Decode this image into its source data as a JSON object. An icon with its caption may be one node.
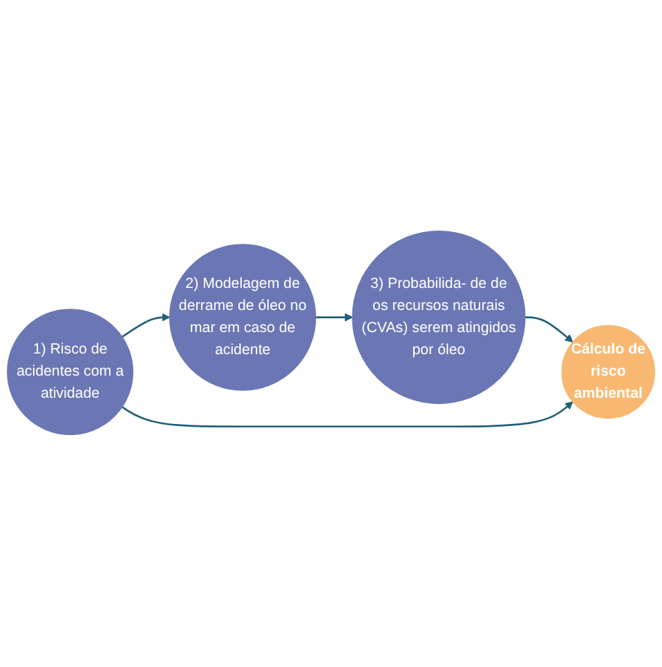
{
  "diagram": {
    "nodes": [
      {
        "text": [
          "1) Risco de acidentes com a atividade"
        ]
      },
      {
        "text": [
          "2) Modelagem de derrame de óleo no mar em caso de acidente"
        ]
      },
      {
        "text": [
          "3) Probabilida- de de os recursos naturais (CVAs) serem atingidos por óleo"
        ]
      },
      {
        "text": [
          "Cálculo de risco ambiental"
        ]
      }
    ],
    "edges": [
      {
        "from": 0,
        "to": 1,
        "arrow": "to"
      },
      {
        "from": 1,
        "to": 2,
        "arrow": "to"
      },
      {
        "from": 2,
        "to": 3,
        "arrow": "to"
      },
      {
        "from": 0,
        "to": 3,
        "arrow": "to"
      }
    ]
  }
}
